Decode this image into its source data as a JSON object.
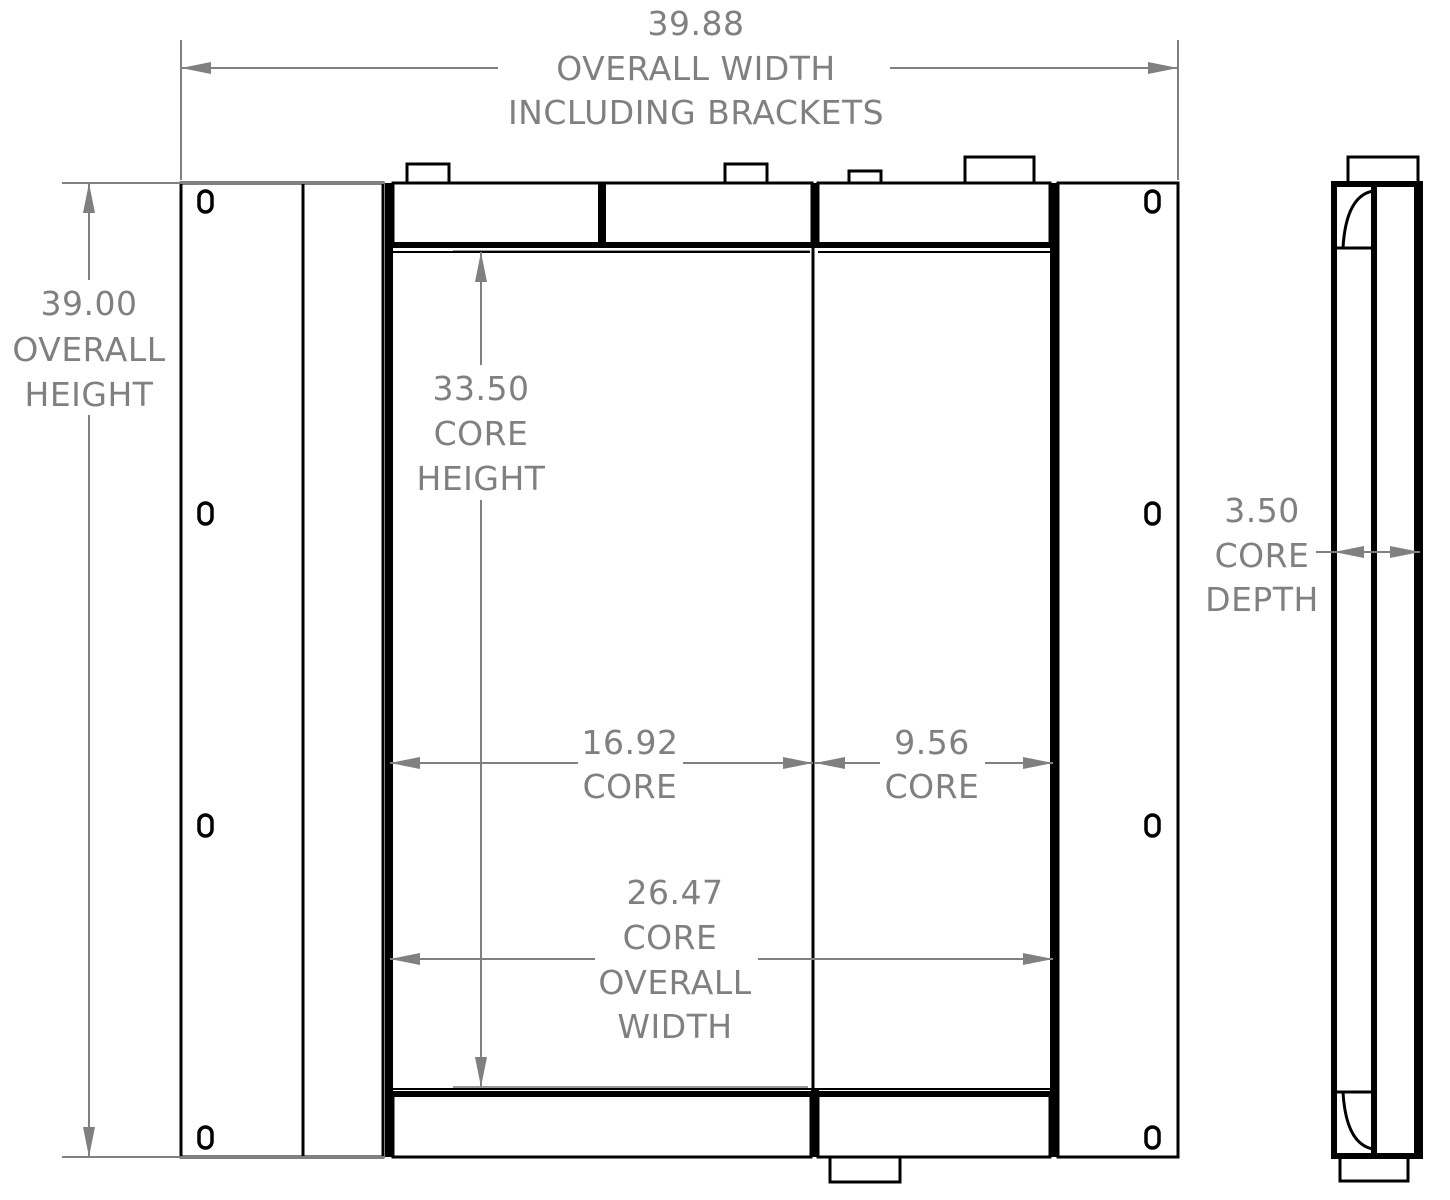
{
  "drawing": {
    "type": "radiator-core-dimension-drawing",
    "units": "inches",
    "line_color": "#000000",
    "dimension_color": "#808080"
  },
  "dimensions": {
    "overall_width": {
      "value": "39.88",
      "label_line1": "OVERALL WIDTH",
      "label_line2": "INCLUDING BRACKETS"
    },
    "overall_height": {
      "value": "39.00",
      "label_line1": "OVERALL",
      "label_line2": "HEIGHT"
    },
    "core_height": {
      "value": "33.50",
      "label_line1": "CORE",
      "label_line2": "HEIGHT"
    },
    "core_left": {
      "value": "16.92",
      "label_line1": "CORE"
    },
    "core_right": {
      "value": "9.56",
      "label_line1": "CORE"
    },
    "core_overall_width": {
      "value": "26.47",
      "label_line1": "CORE",
      "label_line2": "OVERALL",
      "label_line3": "WIDTH"
    },
    "core_depth": {
      "value": "3.50",
      "label_line1": "CORE",
      "label_line2": "DEPTH"
    }
  },
  "mounting_holes": {
    "symbol": "0",
    "left_bracket": [
      "0",
      "0",
      "0",
      "0"
    ],
    "right_bracket": [
      "0",
      "0",
      "0",
      "0"
    ]
  },
  "views": {
    "front": "front-view",
    "side": "side-view"
  }
}
